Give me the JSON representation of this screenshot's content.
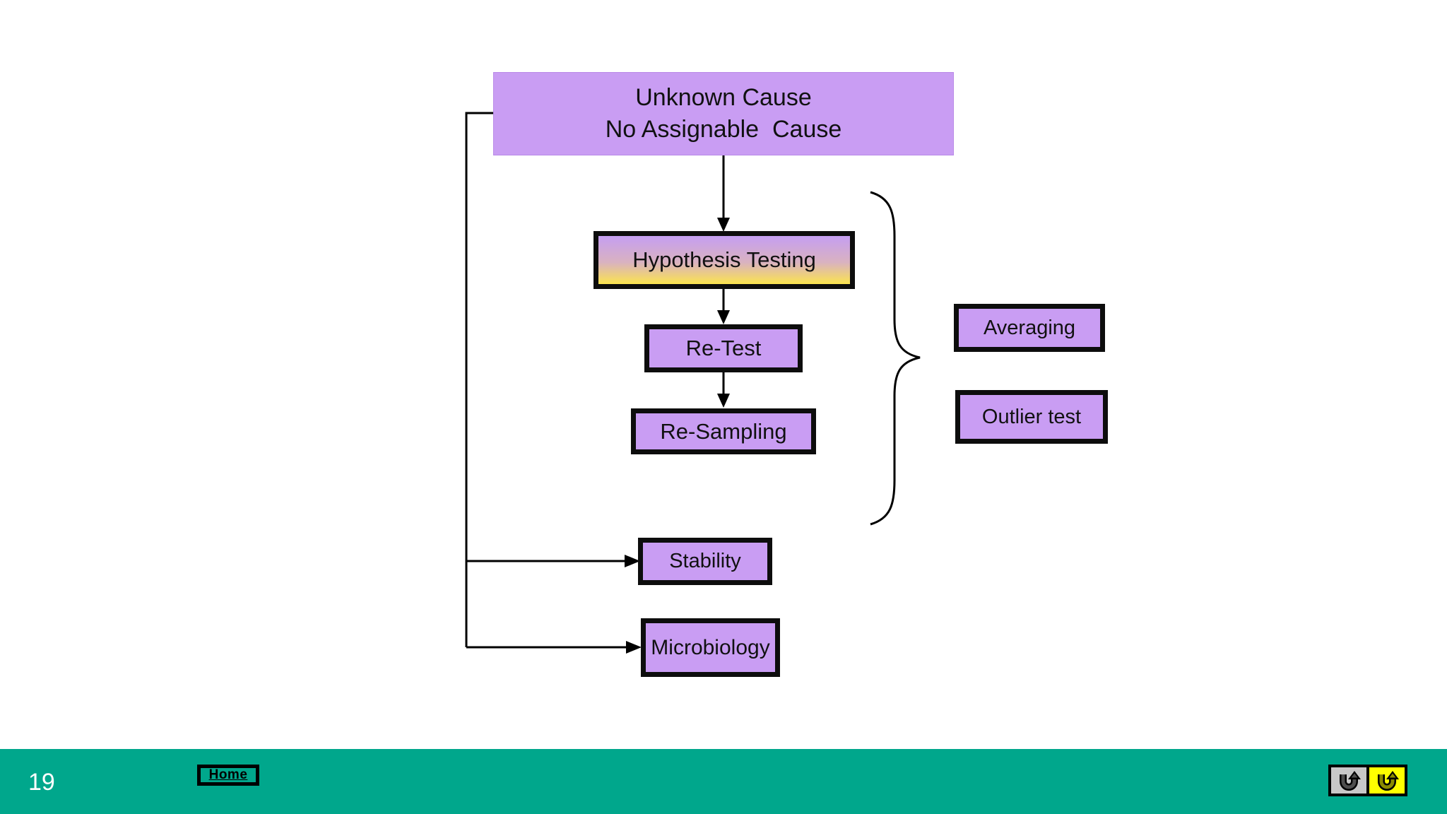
{
  "colors": {
    "purple": "#c99df3",
    "purple-border": "#b librar",
    "teal": "#00a78c",
    "node-border": "#0d0d0d",
    "gradient-top": "#c59ef2",
    "gradient-bottom": "#fbe44e",
    "gray-btn": "#c8c8c8",
    "yellow-btn": "#ffff00",
    "gray-icon": "#4e4e4e",
    "yellow-icon": "#8b8b00"
  },
  "diagram": {
    "unknown_cause": {
      "line1": "Unknown Cause",
      "line2": "No Assignable  Cause"
    },
    "hypothesis_testing": {
      "label": "Hypothesis Testing"
    },
    "re_test": {
      "label": "Re-Test"
    },
    "re_sampling": {
      "label": "Re-Sampling"
    },
    "averaging": {
      "label": "Averaging"
    },
    "outlier_test": {
      "label": "Outlier test"
    },
    "stability": {
      "label": "Stability"
    },
    "microbiology": {
      "label": "Microbiology"
    }
  },
  "footer": {
    "page_number": "19",
    "home_button": {
      "label": "Home"
    },
    "nav_buttons": [
      {
        "name": "return-gray",
        "icon": "u-turn-arrow"
      },
      {
        "name": "return-yellow",
        "icon": "u-turn-arrow"
      }
    ]
  }
}
